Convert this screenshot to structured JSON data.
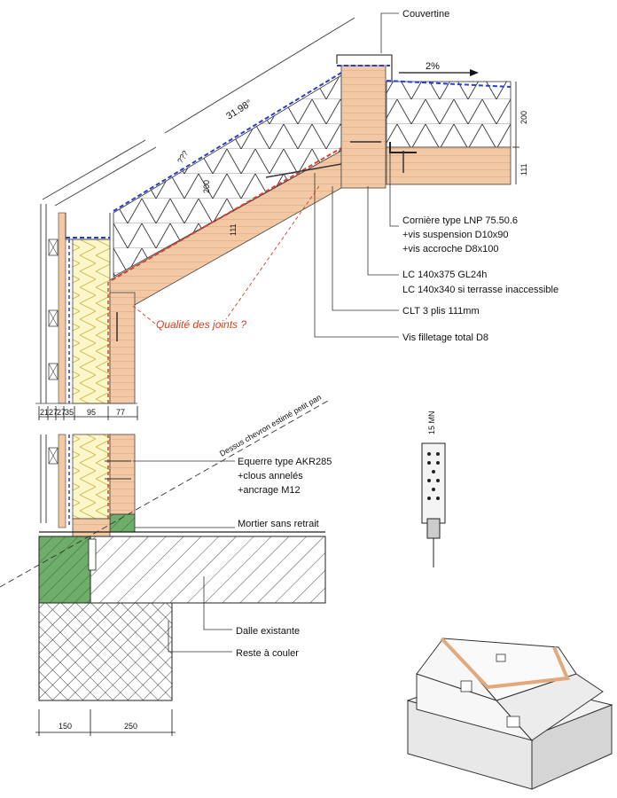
{
  "colors": {
    "wood": "#f2c9a4",
    "wood_dark": "#e2a97d",
    "insulation": "#fdf6c9",
    "insulation_line": "#c9b84a",
    "concrete_new": "#6fae6a",
    "membrane_blue": "#2a3fc7",
    "membrane_red": "#e2402a",
    "note_red": "#d8401f"
  },
  "labels": {
    "couvertine": "Couvertine",
    "slope": "2%",
    "angle": "31.98°",
    "roof_dim_top": "200",
    "roof_dim_bottom": "111",
    "left_dim_200": "200",
    "left_dim_111": "111",
    "eave_dim": "???",
    "corniere_1": "Cornière type LNP 75.50.6",
    "corniere_2": "+vis suspension D10x90",
    "corniere_3": "+vis accroche D8x100",
    "lc_1": "LC 140x375 GL24h",
    "lc_2": "LC 140x340 si terrasse inaccessible",
    "clt": "CLT 3 plis 111mm",
    "vis": "Vis filletage total D8",
    "qualite": "Qualité des joints ?",
    "dessus": "Dessus chevron estimé petit pan",
    "equerre_1": "Equerre type AKR285",
    "equerre_2": "+clous annelés",
    "equerre_3": "+ancrage M12",
    "mortier": "Mortier sans retrait",
    "dalle": "Dalle existante",
    "reste": "Reste à couler",
    "bracket_dim": "15 MN"
  },
  "wall_dims": [
    "21",
    "27",
    "27",
    "35",
    "95",
    "77"
  ],
  "bottom_dims": [
    "150",
    "250"
  ]
}
